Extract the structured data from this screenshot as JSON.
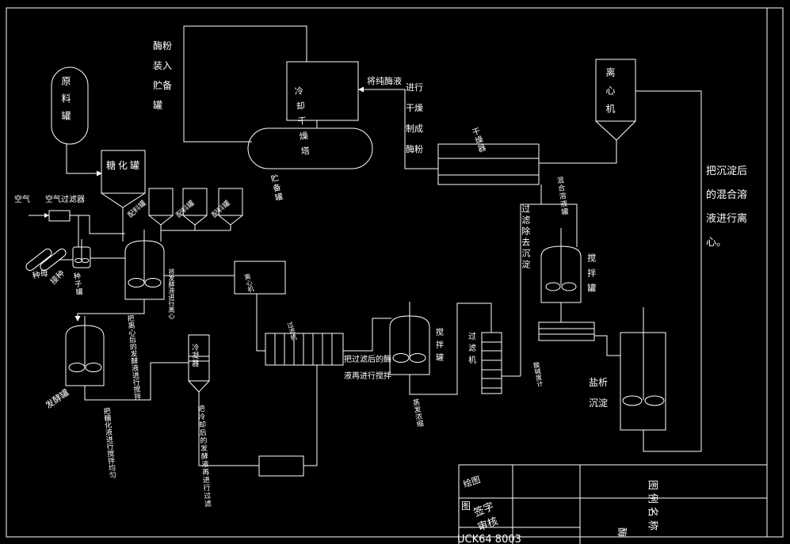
{
  "diagram_colors": {
    "background": "#000000",
    "line": "#ffffff"
  },
  "labels": {
    "raw_tank": "原料罐",
    "saccharification_tank": "糖化罐",
    "air": "空气",
    "air_filter": "空气过滤器",
    "seed_culture": "种母",
    "inoculate": "接种",
    "seed_tank": "种子罐",
    "hopper1": "配料罐",
    "hopper2": "配料罐",
    "hopper3": "配料罐",
    "enzyme_storage_note": "酶粉\n装入\n贮备\n罐",
    "cooling_drying_tower": "冷却干燥塔",
    "storage_tank": "贮备罐",
    "pure_enzyme_line": "将纯酶液",
    "drying_note": "进行\n干燥\n制成\n酶粉",
    "dryer": "干燥器",
    "centrifuge_top": "离心机",
    "right_note": "把沉淀后\n的混合溶\n液进行离\n心。",
    "mixed_solution_tank": "混合溶液罐",
    "stir_tank_right": "搅拌罐",
    "ph_meter": "酸碱度计",
    "salting_out": "盐析\n沉淀",
    "filter_column": "过滤机",
    "stir_tank_mid": "搅拌罐",
    "evaporation": "蒸发浓缩",
    "stir_note": "把过滤后的酶\n液再进行搅拌",
    "filter_press": "过滤机",
    "centrifuge_mid": "离心机",
    "condenser": "冷凝器",
    "centrifuge_note": "将发酵液进行离心",
    "stir_after_centrifuge_note": "把离心后的发酵液进行搅拌",
    "mix_note": "把糖化液进行搅拌均匀",
    "filter_after_cooling_note": "把冷却后的发酵液再进行过滤",
    "remove_precipitate_note": "过滤除去沉淀",
    "fermenter": "发酵罐"
  },
  "title_block": {
    "drawn_label": "绘图",
    "stamp_char": "图",
    "signature": "签字",
    "check": "审核",
    "doc_number": "UCK64 8003",
    "legend_title": "图例名称",
    "legend_char": "酶"
  }
}
